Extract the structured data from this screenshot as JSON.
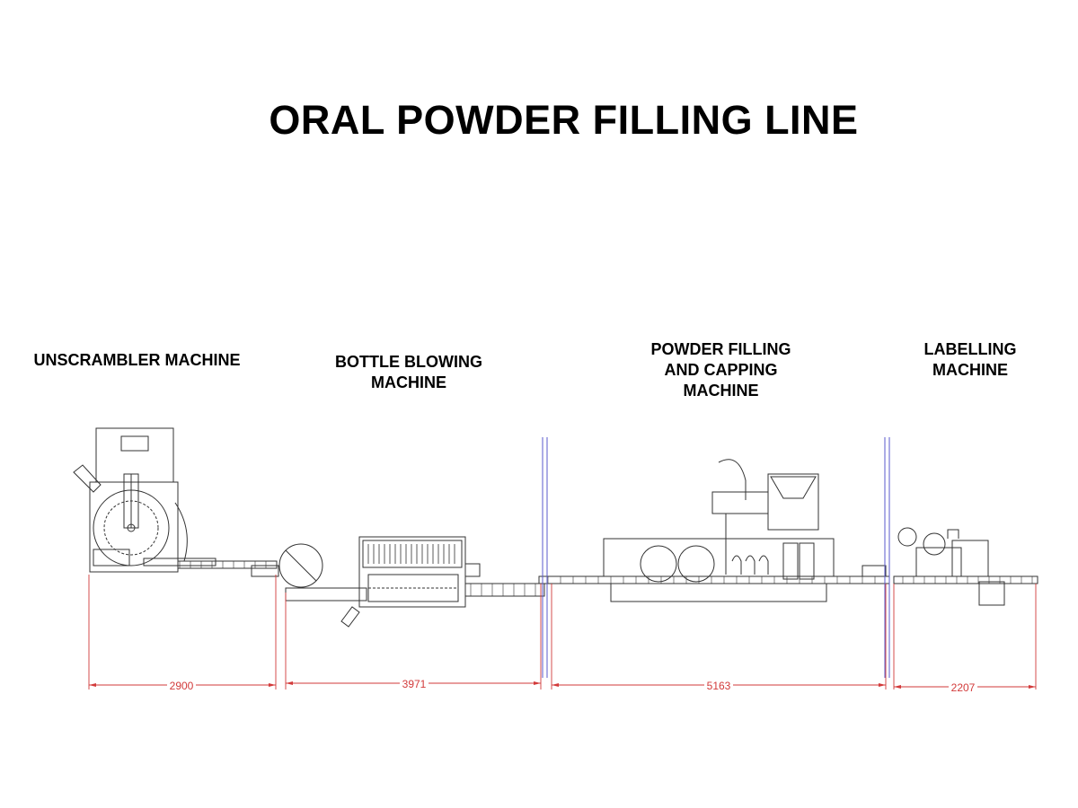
{
  "title": "ORAL POWDER FILLING LINE",
  "machines": [
    {
      "lines": [
        "UNSCRAMBLER MACHINE"
      ],
      "length": "2900"
    },
    {
      "lines": [
        "BOTTLE BLOWING",
        "MACHINE"
      ],
      "length": "3971"
    },
    {
      "lines": [
        "POWDER FILLING",
        "AND CAPPING",
        "MACHINE"
      ],
      "length": "5163"
    },
    {
      "lines": [
        "LABELLING",
        "MACHINE"
      ],
      "length": "2207"
    }
  ],
  "colors": {
    "dimension": "#d23a3a",
    "divider": "#5a5acc",
    "line": "#333333"
  }
}
